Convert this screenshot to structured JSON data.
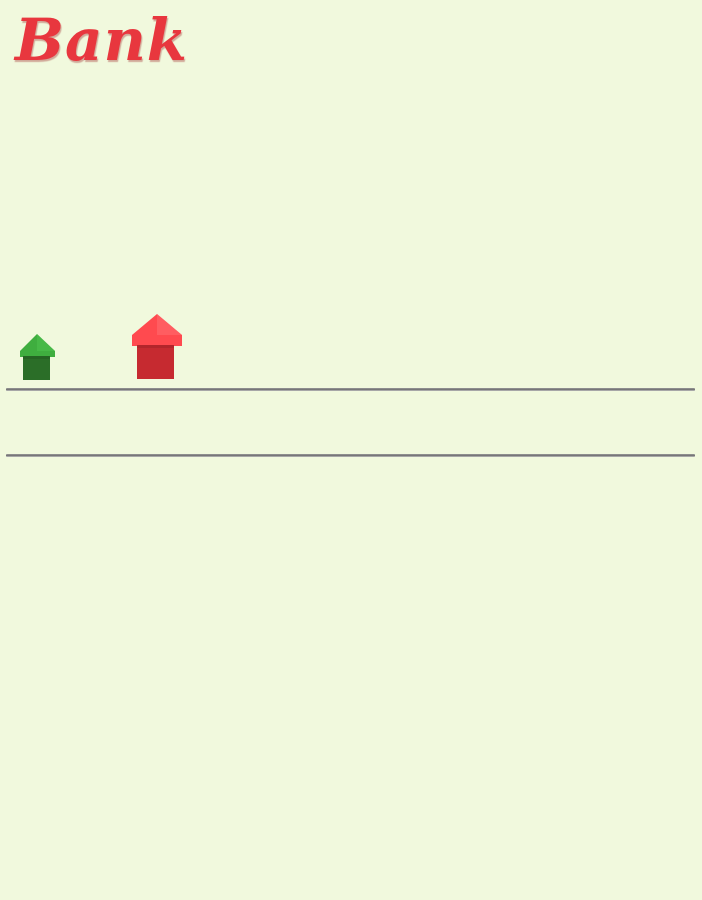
{
  "bank": {
    "title": "Bank"
  },
  "tokens": [
    {
      "name": "house",
      "icon": "house-icon",
      "color": "#2e8b2e",
      "roof_color": "#3fae3f"
    },
    {
      "name": "hotel",
      "icon": "hotel-icon",
      "color": "#c62a30",
      "roof_color": "#ff4a4f"
    }
  ],
  "colors": {
    "background": "#f1f9dd",
    "title": "#e8373e",
    "rail": "#7a7a7a"
  }
}
